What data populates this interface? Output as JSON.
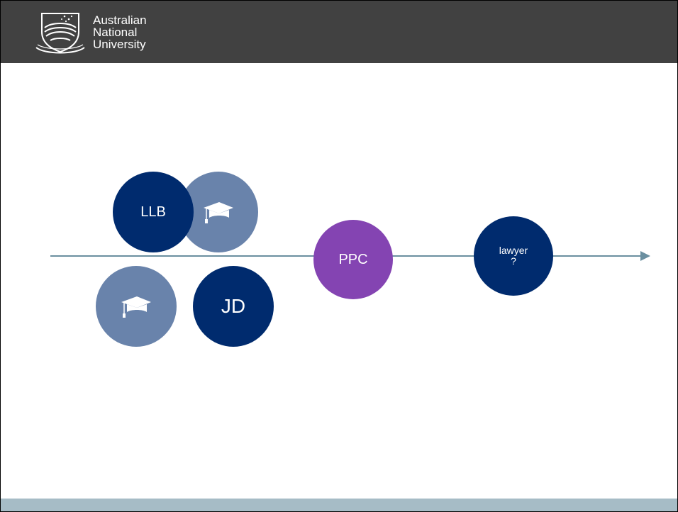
{
  "header": {
    "logo_icon": "anu-crest-icon",
    "wordmark_lines": [
      "Australian",
      "National",
      "University"
    ]
  },
  "diagram": {
    "nodes": {
      "llb": "LLB",
      "jd": "JD",
      "ppc": "PPC",
      "lawyer_line1": "lawyer",
      "lawyer_line2": "?"
    },
    "icons": [
      "graduation-cap-icon",
      "graduation-cap-icon"
    ]
  },
  "colors": {
    "header_bg": "#414141",
    "footer_bg": "#a6bcc6",
    "navy": "#002b6e",
    "slate_blue": "#6983ab",
    "purple": "#8444b2",
    "arrow": "#6a8fa0"
  }
}
